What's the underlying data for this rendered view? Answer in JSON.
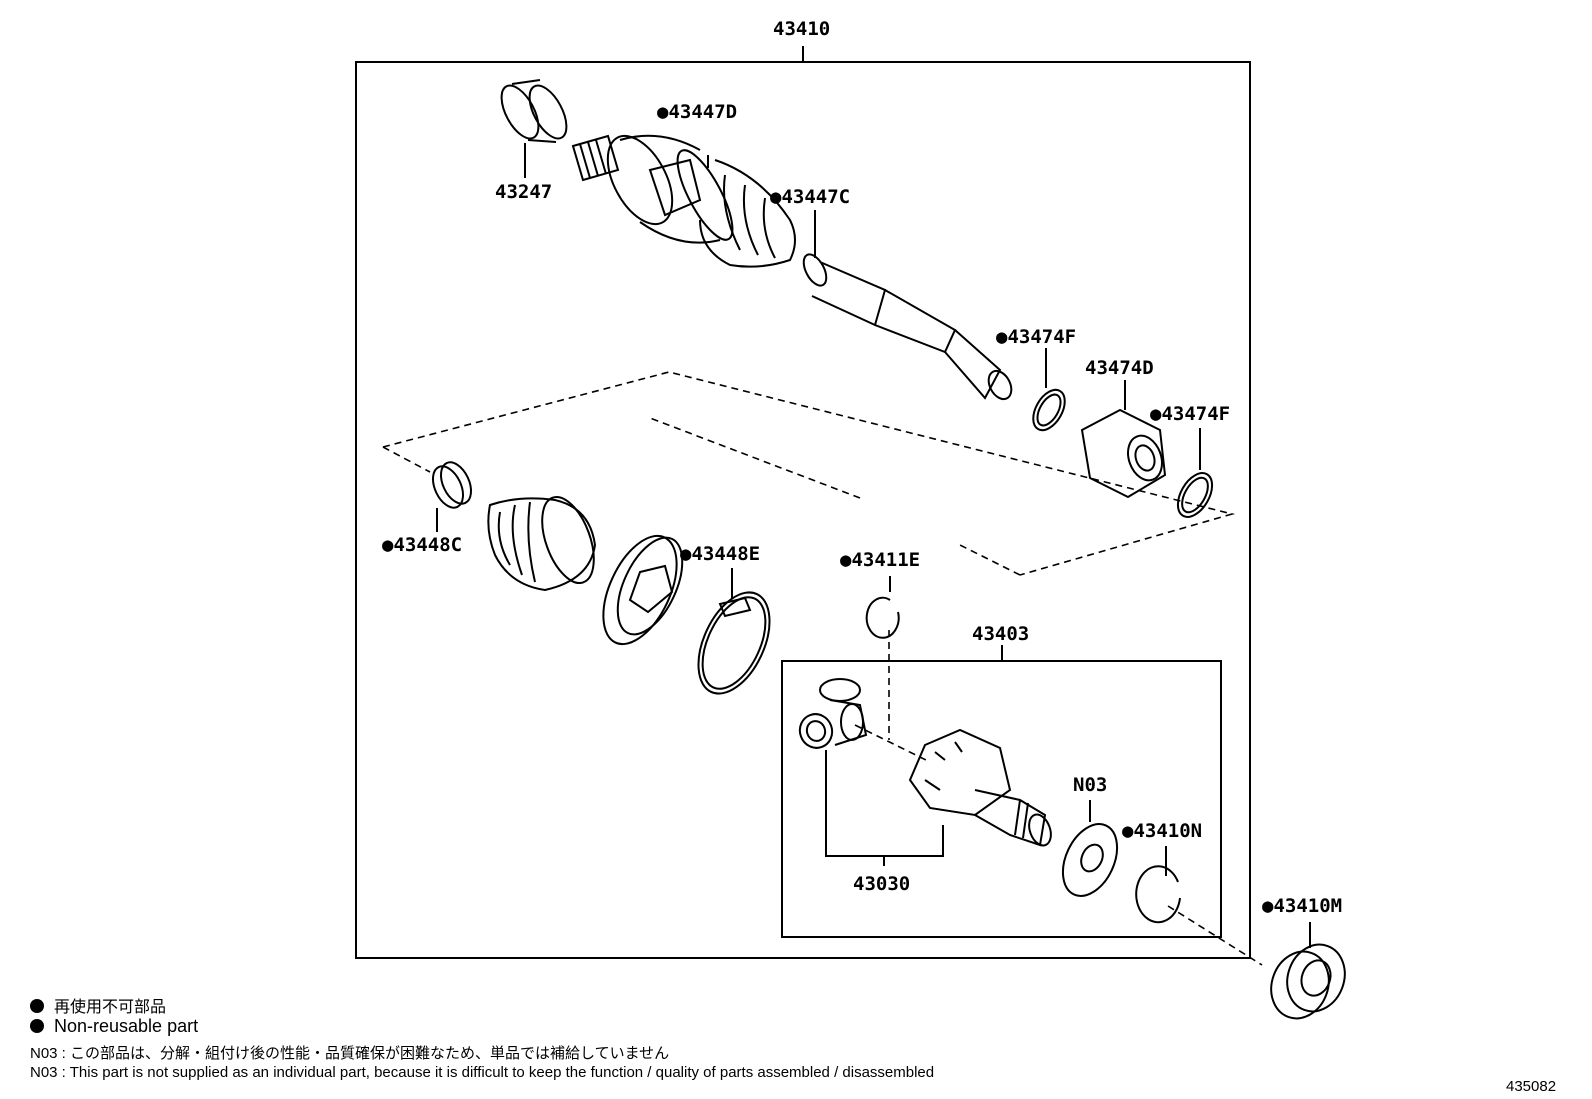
{
  "labels": {
    "assembly": "43410",
    "outer_ring": "43247",
    "boot_clamp_d": "●43447D",
    "boot_clamp_c": "●43447C",
    "snap_ring_f1": "●43474F",
    "damper": "43474D",
    "snap_ring_f2": "●43474F",
    "inner_boot_clamp_c": "●43448C",
    "inner_boot_clamp_e": "●43448E",
    "snap_ring_e": "●43411E",
    "inner_joint_assembly": "43403",
    "tripod_set": "43030",
    "dust_deflector": "N03",
    "snap_ring_n": "●43410N",
    "oil_seal": "●43410M"
  },
  "legend": {
    "non_reusable_ja": "再使用不可部品",
    "non_reusable_en": "Non-reusable part",
    "note_ja": "N03 : この部品は、分解・組付け後の性能・品質確保が困難なため、単品では補給していません",
    "note_en": "N03 : This part is not supplied as an individual part, because it is difficult to keep the function / quality of parts  assembled / disassembled"
  },
  "diagram_id": "435082"
}
